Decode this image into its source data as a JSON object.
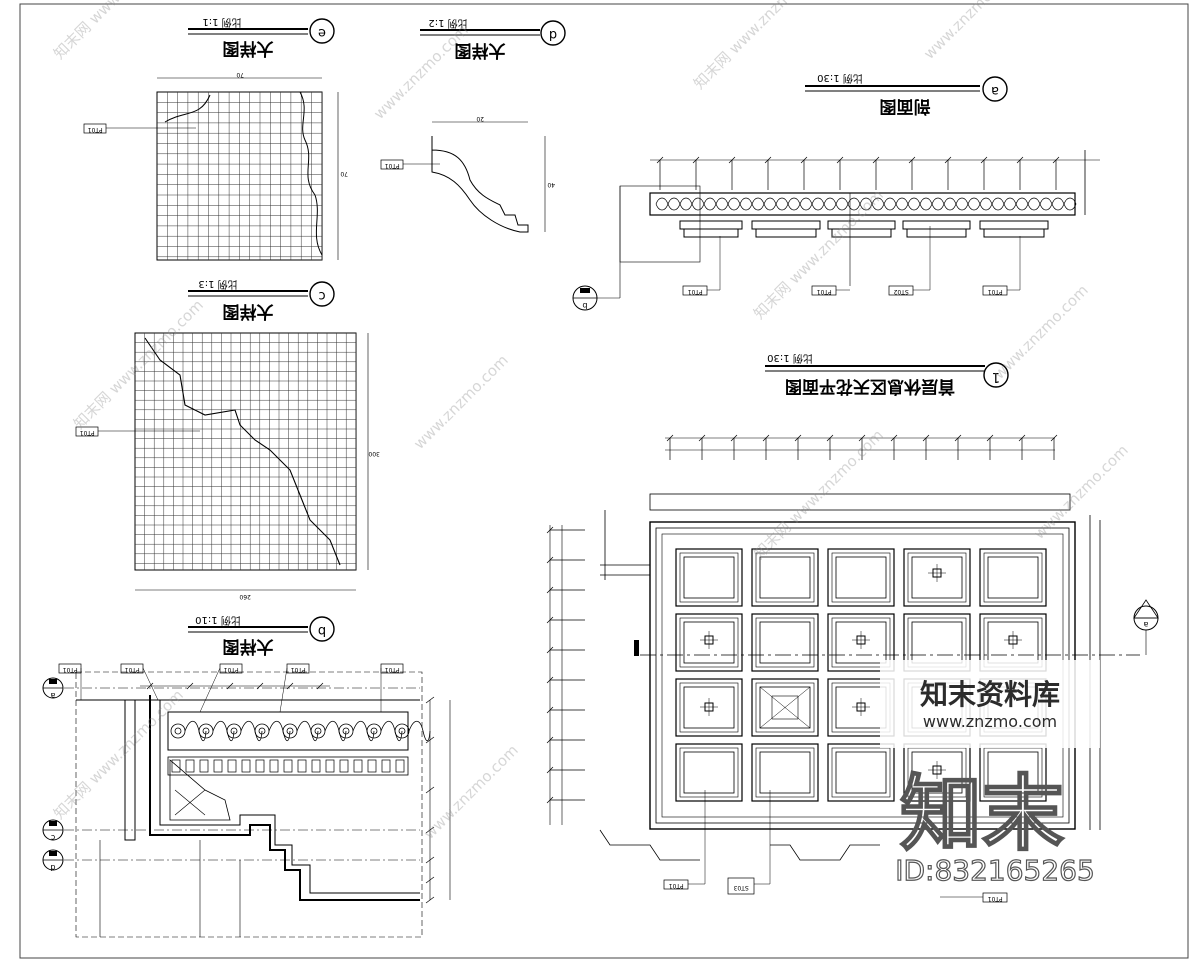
{
  "views": {
    "e": {
      "marker": "e",
      "title": "大样图",
      "scale": "比例 1:1",
      "tag": "PT01"
    },
    "d": {
      "marker": "d",
      "title": "大样图",
      "scale": "比例 1:2",
      "tag": "PT01"
    },
    "c": {
      "marker": "c",
      "title": "大样图",
      "scale": "比例 1:3",
      "tag": "PT01"
    },
    "b": {
      "marker": "b",
      "title": "大样图",
      "scale": "比例 1:10",
      "tags": [
        "PT01",
        "PT01",
        "PT01",
        "PT01",
        "PT01"
      ]
    },
    "a": {
      "marker": "a",
      "title": "剖面图",
      "scale": "比例 1:30",
      "tags": [
        "PT01",
        "PT01",
        "ST02",
        "PT01"
      ]
    },
    "plan": {
      "marker": "1",
      "title": "首层休息区天花平面图",
      "scale": "比例 1:30",
      "tags": [
        "PT01",
        "ST03",
        "PT01"
      ]
    }
  },
  "section_markers": [
    "a",
    "b",
    "c",
    "d",
    "a"
  ],
  "watermark": {
    "brand": "知末资料库",
    "url": "www.znzmo.com",
    "big": "知末",
    "id": "ID:832165265",
    "repeat": "www.znzmo.com",
    "repeat_cn": "知末网"
  }
}
